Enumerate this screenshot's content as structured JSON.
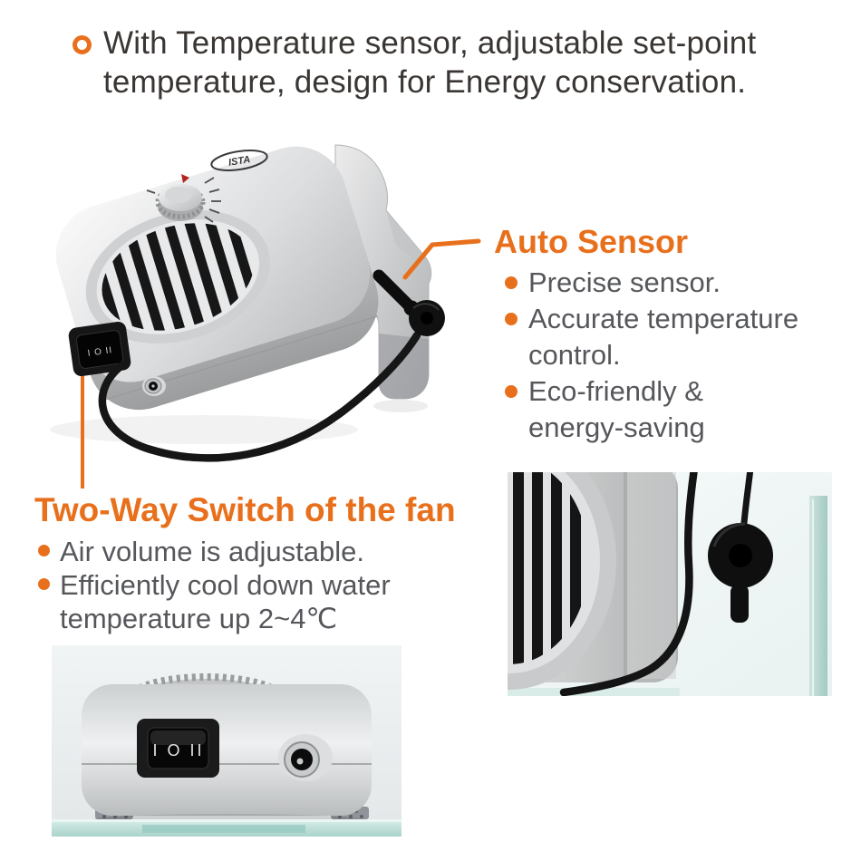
{
  "colors": {
    "accent_orange": "#e8701c",
    "intro_text": "#3a3633",
    "list_text": "#56575b"
  },
  "intro": {
    "text": "With Temperature sensor, adjustable set-point\ntemperature, design for Energy conservation."
  },
  "auto_sensor": {
    "title": "Auto Sensor",
    "items": [
      "Precise sensor.",
      "Accurate temperature\ncontrol.",
      "Eco-friendly &\nenergy-saving"
    ]
  },
  "two_way_switch": {
    "title": "Two-Way Switch of the fan",
    "items": [
      "Air volume is adjustable.",
      "Efficiently cool down water\ntemperature up 2~4℃"
    ]
  },
  "device": {
    "brand": "ISTA",
    "switch_markings": "I O II"
  }
}
